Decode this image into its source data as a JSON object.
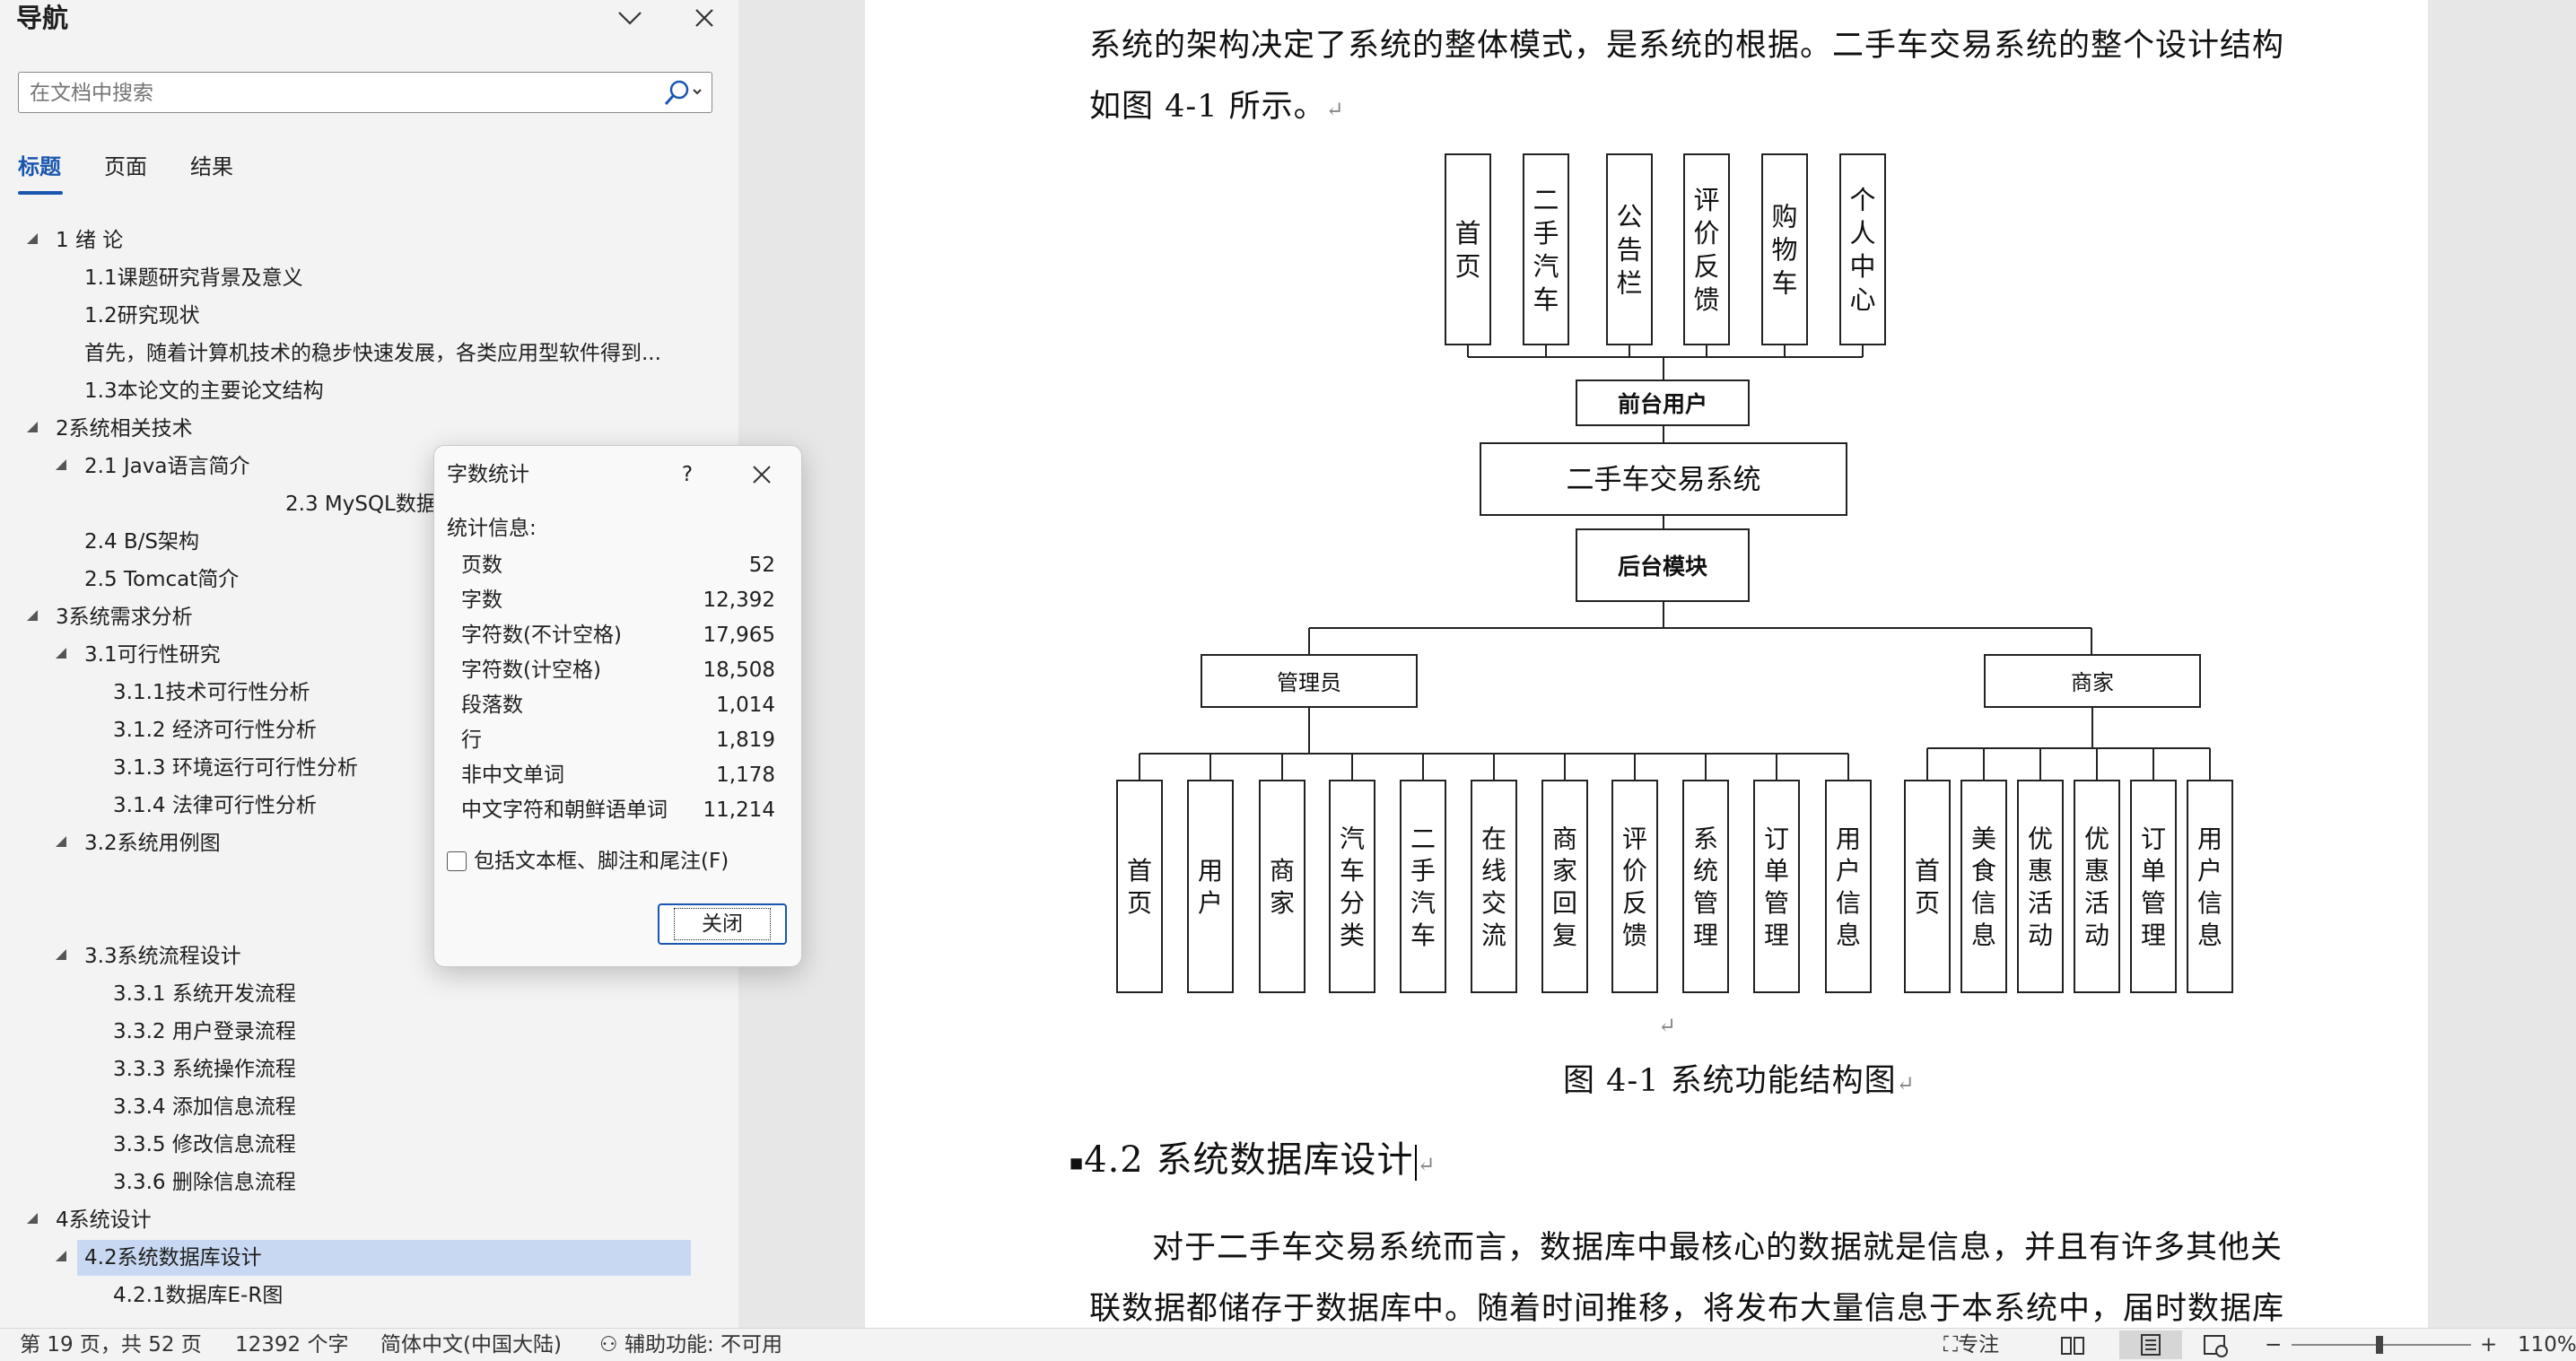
{
  "nav": {
    "title": "导航",
    "search_placeholder": "在文档中搜索",
    "tabs": [
      "标题",
      "页面",
      "结果"
    ],
    "headings": [
      {
        "text": "1 绪  论"
      },
      {
        "text": "1.1课题研究背景及意义"
      },
      {
        "text": "1.2研究现状"
      },
      {
        "text": "首先，随着计算机技术的稳步快速发展，各类应用型软件得到..."
      },
      {
        "text": "1.3本论文的主要论文结构"
      },
      {
        "text": "2系统相关技术"
      },
      {
        "text": "2.1 Java语言简介"
      },
      {
        "text": "2.3 MySQL数据"
      },
      {
        "text": "2.4 B/S架构"
      },
      {
        "text": "2.5 Tomcat简介"
      },
      {
        "text": "3系统需求分析"
      },
      {
        "text": "3.1可行性研究"
      },
      {
        "text": "3.1.1技术可行性分析"
      },
      {
        "text": "3.1.2 经济可行性分析"
      },
      {
        "text": "3.1.3 环境运行可行性分析"
      },
      {
        "text": "3.1.4 法律可行性分析"
      },
      {
        "text": "3.2系统用例图"
      },
      {
        "text": "3.3系统流程设计"
      },
      {
        "text": "3.3.1 系统开发流程"
      },
      {
        "text": "3.3.2 用户登录流程"
      },
      {
        "text": "3.3.3 系统操作流程"
      },
      {
        "text": "3.3.4 添加信息流程"
      },
      {
        "text": "3.3.5 修改信息流程"
      },
      {
        "text": "3.3.6 删除信息流程"
      },
      {
        "text": "4系统设计"
      },
      {
        "text": "4.2系统数据库设计"
      },
      {
        "text": "4.2.1数据库E-R图"
      }
    ]
  },
  "document": {
    "para1_line1": "系统的架构决定了系统的整体模式，是系统的根据。二手车交易系统的整个设计结构",
    "para1_line2": "如图 4-1 所示。",
    "diagram": {
      "front_modules": [
        "首页",
        "二手汽车",
        "公告栏",
        "评价反馈",
        "购物车",
        "个人中心"
      ],
      "front_user": "前台用户",
      "system": "二手车交易系统",
      "backend": "后台模块",
      "admin": "管理员",
      "merchant": "商家",
      "admin_modules": [
        "首页",
        "用户",
        "商家",
        "汽车分类",
        "二手汽车",
        "在线交流",
        "商家回复",
        "评价反馈",
        "系统管理",
        "订单管理",
        "用户信息"
      ],
      "merchant_modules": [
        "首页",
        "美食信息",
        "优惠活动",
        "优惠活动",
        "订单管理",
        "用户信息"
      ]
    },
    "caption": "图 4-1 系统功能结构图",
    "heading": "4.2 系统数据库设计",
    "para2_line1": "对于二手车交易系统而言，数据库中最核心的数据就是信息，并且有许多其他关",
    "para2_line2": "联数据都储存于数据库中。随着时间推移，将发布大量信息于本系统中，届时数据库"
  },
  "dialog": {
    "title": "字数统计",
    "help": "?",
    "stats_label": "统计信息:",
    "rows": [
      {
        "label": "页数",
        "value": "52"
      },
      {
        "label": "字数",
        "value": "12,392"
      },
      {
        "label": "字符数(不计空格)",
        "value": "17,965"
      },
      {
        "label": "字符数(计空格)",
        "value": "18,508"
      },
      {
        "label": "段落数",
        "value": "1,014"
      },
      {
        "label": "行",
        "value": "1,819"
      },
      {
        "label": "非中文单词",
        "value": "1,178"
      },
      {
        "label": "中文字符和朝鲜语单词",
        "value": "11,214"
      }
    ],
    "checkbox_label": "包括文本框、脚注和尾注(F)",
    "checkbox_checked": false,
    "close_label": "关闭"
  },
  "status": {
    "page": "第 19 页，共 52 页",
    "words": "12392 个字",
    "language": "简体中文(中国大陆)",
    "accessibility": "辅助功能: 不可用",
    "focus": "专注",
    "zoom": "110%"
  }
}
